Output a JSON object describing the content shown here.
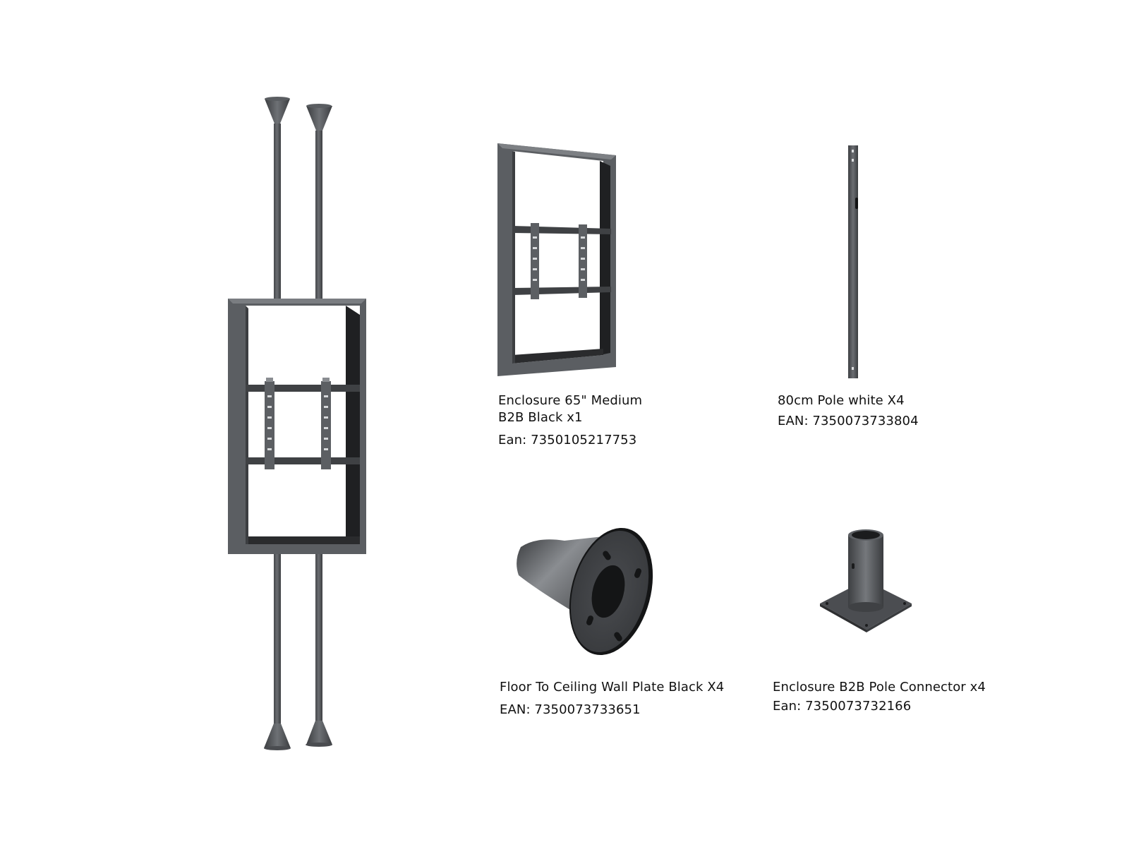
{
  "products": [
    {
      "name_line1": "Enclosure 65\" Medium",
      "name_line2": "B2B Black x1",
      "ean": "Ean: 7350105217753",
      "icon": "enclosure-frame-icon"
    },
    {
      "name_line1": "80cm Pole white X4",
      "ean": "EAN:  7350073733804",
      "icon": "pole-icon"
    },
    {
      "name_line1": "Floor To Ceiling Wall Plate Black X4",
      "ean": "EAN: 7350073733651",
      "icon": "wall-plate-icon"
    },
    {
      "name_line1": "Enclosure B2B Pole Connector x4",
      "ean": "Ean: 7350073732166",
      "icon": "pole-connector-icon"
    }
  ],
  "hero_icon": "floor-to-ceiling-assembly-icon",
  "colors": {
    "metal": "#55585c",
    "metal_dark": "#2b2c2e",
    "metal_light": "#7c7f83",
    "text": "#111111"
  }
}
